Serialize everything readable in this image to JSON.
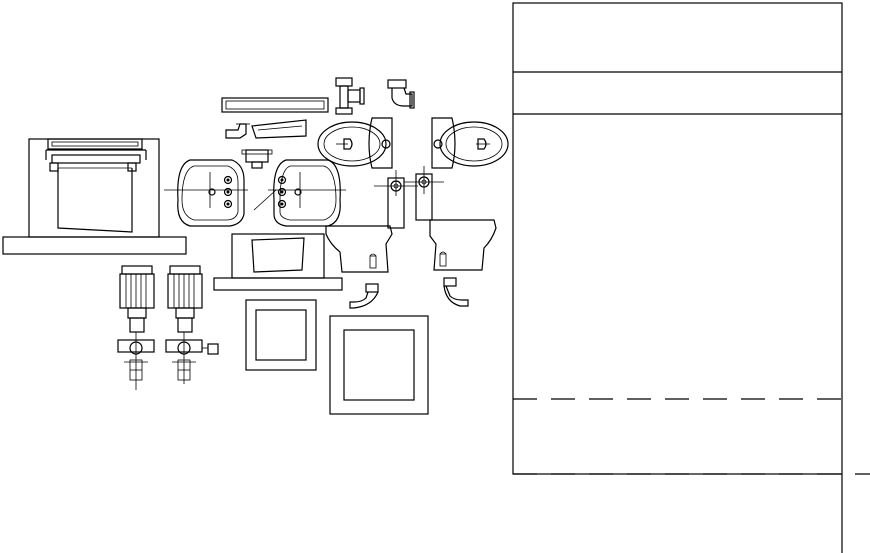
{
  "drawing": {
    "background": "#ffffff",
    "line_color": "#000000",
    "symbols": [
      "kitchen-sink-elevation",
      "double-washbasin-plan-left",
      "double-washbasin-plan-right",
      "washbasin-elevation",
      "vertical-pump",
      "vertical-pump",
      "square-tile-small",
      "square-tile-large",
      "western-toilet-plan-left",
      "western-toilet-plan-right",
      "western-toilet-elevation-left",
      "western-toilet-elevation-right",
      "pipe-tee-fitting",
      "pipe-elbow-fitting",
      "floor-trap",
      "towel-rail",
      "soap-dish",
      "title-block-frame"
    ]
  }
}
